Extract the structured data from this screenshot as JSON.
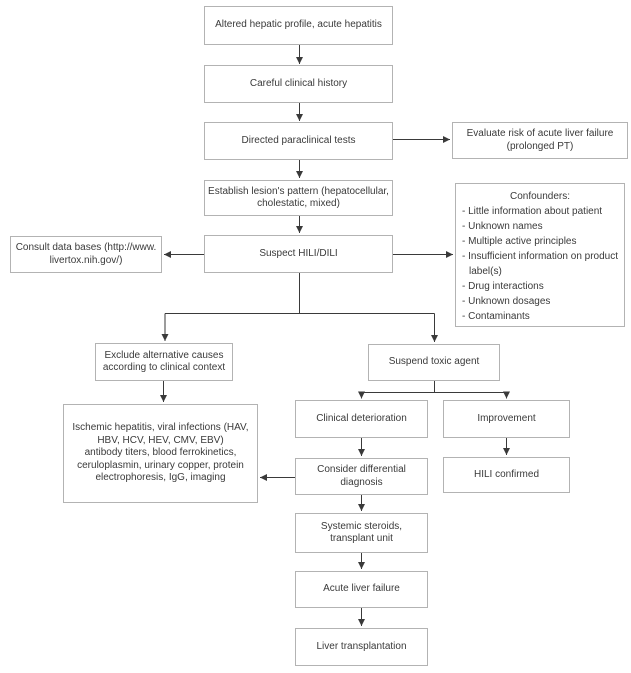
{
  "nodes": {
    "altered": {
      "label": "Altered hepatic profile, acute hepatitis"
    },
    "history": {
      "label": "Careful clinical history"
    },
    "tests": {
      "label": "Directed paraclinical tests"
    },
    "evaluate": {
      "label": "Evaluate risk of acute liver failure\n(prolonged PT)"
    },
    "lesion": {
      "label": "Establish lesion's pattern (hepatocellular,\ncholestatic, mixed)"
    },
    "consult": {
      "label": "Consult data bases (http://www.\nlivertox.nih.gov/)"
    },
    "suspect": {
      "label": "Suspect HILI/DILI"
    },
    "confounders": {
      "title": "Confounders:",
      "items": [
        "- Little information about patient",
        "- Unknown names",
        "- Multiple active principles",
        "- Insufficient information on product label(s)",
        "- Drug interactions",
        "- Unknown dosages",
        "- Contaminants"
      ]
    },
    "exclude": {
      "label": "Exclude alternative causes\naccording to clinical context"
    },
    "suspend": {
      "label": "Suspend toxic agent"
    },
    "workup": {
      "label": "Ischemic hepatitis, viral infections (HAV,\nHBV, HCV, HEV, CMV, EBV)\nantibody titers, blood ferrokinetics,\nceruloplasmin, urinary copper, protein\nelectrophoresis, IgG, imaging"
    },
    "deterioration": {
      "label": "Clinical deterioration"
    },
    "improvement": {
      "label": "Improvement"
    },
    "differential": {
      "label": "Consider differential\ndiagnosis"
    },
    "hili_confirmed": {
      "label": "HILI confirmed"
    },
    "steroids": {
      "label": "Systemic steroids,\ntransplant unit"
    },
    "alf": {
      "label": "Acute liver failure"
    },
    "transplant": {
      "label": "Liver transplantation"
    }
  },
  "colors": {
    "background": "#ffffff",
    "box_border": "#b3b3b3",
    "line": "#3a3a3a",
    "text": "#3a3a3a"
  }
}
